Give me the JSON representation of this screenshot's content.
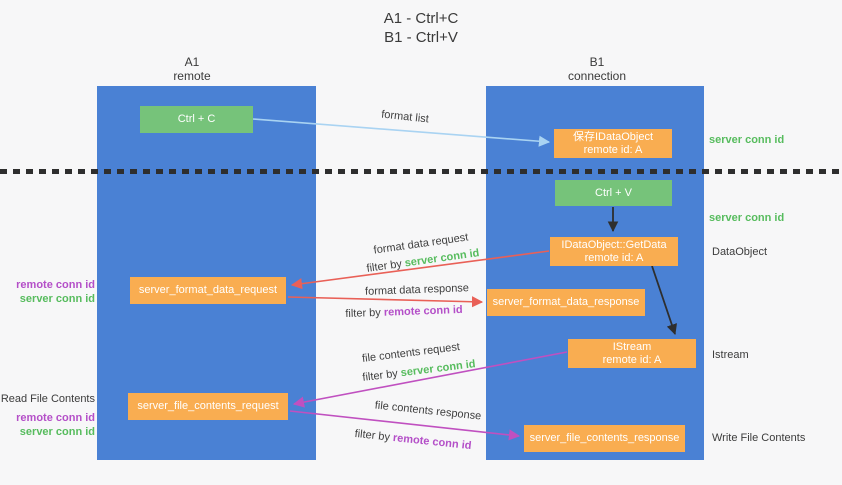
{
  "title": {
    "line1": "A1 - Ctrl+C",
    "line2": "B1 - Ctrl+V"
  },
  "columns": {
    "a": {
      "name": "A1",
      "role": "remote"
    },
    "b": {
      "name": "B1",
      "role": "connection"
    }
  },
  "boxes": {
    "ctrl_c": {
      "label": "Ctrl + C"
    },
    "ctrl_v": {
      "label": "Ctrl + V"
    },
    "save_dataobject": {
      "line1": "保存IDataObject",
      "line2": "remote id: A"
    },
    "getdata": {
      "line1": "IDataObject::GetData",
      "line2": "remote id: A"
    },
    "istream": {
      "line1": "IStream",
      "line2": "remote id: A"
    },
    "format_request": {
      "label": "server_format_data_request"
    },
    "format_response": {
      "label": "server_format_data_response"
    },
    "file_request": {
      "label": "server_file_contents_request"
    },
    "file_response": {
      "label": "server_file_contents_response"
    }
  },
  "arrow_labels": {
    "format_list": "format list",
    "format_data_request": "format data request",
    "format_request_filter": {
      "prefix": "filter by ",
      "id": "server conn id"
    },
    "format_data_response": "format data response",
    "format_response_filter": {
      "prefix": "filter by ",
      "id": "remote conn id"
    },
    "file_contents_request": "file contents request",
    "file_request_filter": {
      "prefix": "filter by ",
      "id": "server conn id"
    },
    "file_contents_response": "file contents response",
    "file_response_filter": {
      "prefix": "filter by ",
      "id": "remote conn id"
    }
  },
  "left_labels": {
    "format_remote": "remote conn id",
    "format_server": "server conn id",
    "read_file_contents": "Read File Contents",
    "file_remote": "remote conn id",
    "file_server": "server conn id"
  },
  "right_labels": {
    "save_server_conn": "server conn id",
    "paste_server_conn": "server conn id",
    "dataobject": "DataObject",
    "istream": "Istream",
    "write_file_contents": "Write File Contents"
  },
  "colors": {
    "column_blue": "#4a81d4",
    "box_orange": "#f9ad51",
    "box_green": "#76c37a",
    "text_dark": "#3c3c3c",
    "conn_id_green": "#57bc5e",
    "conn_id_purple": "#b44fc8",
    "arrow_red": "#e96057",
    "arrow_magenta": "#c050c0",
    "arrow_light_blue": "#a9d3f2",
    "arrow_black": "#2e2e2e",
    "background": "#f7f7f8"
  }
}
